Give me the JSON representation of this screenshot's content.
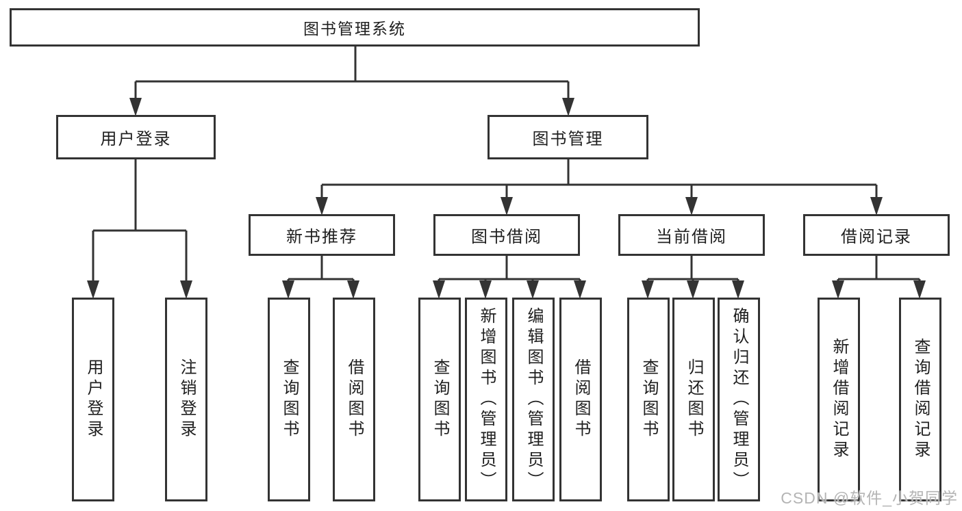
{
  "diagram": {
    "root": {
      "label": "图书管理系统"
    },
    "branches": [
      {
        "label": "用户登录",
        "children": [
          {
            "label": "用户登录"
          },
          {
            "label": "注销登录"
          }
        ]
      },
      {
        "label": "图书管理",
        "children": [
          {
            "label": "新书推荐",
            "children": [
              {
                "label": "查询图书"
              },
              {
                "label": "借阅图书"
              }
            ]
          },
          {
            "label": "图书借阅",
            "children": [
              {
                "label": "查询图书"
              },
              {
                "label": "新增图书（管理员）"
              },
              {
                "label": "编辑图书（管理员）"
              },
              {
                "label": "借阅图书"
              }
            ]
          },
          {
            "label": "当前借阅",
            "children": [
              {
                "label": "查询图书"
              },
              {
                "label": "归还图书"
              },
              {
                "label": "确认归还（管理员）"
              }
            ]
          },
          {
            "label": "借阅记录",
            "children": [
              {
                "label": "新增借阅记录"
              },
              {
                "label": "查询借阅记录"
              }
            ]
          }
        ]
      }
    ]
  },
  "watermark": {
    "text": "CSDN @软件_小贺同学",
    "color": "#b4b4b4"
  },
  "colors": {
    "line": "#333333",
    "text": "#1f1f1f",
    "background": "#ffffff"
  }
}
